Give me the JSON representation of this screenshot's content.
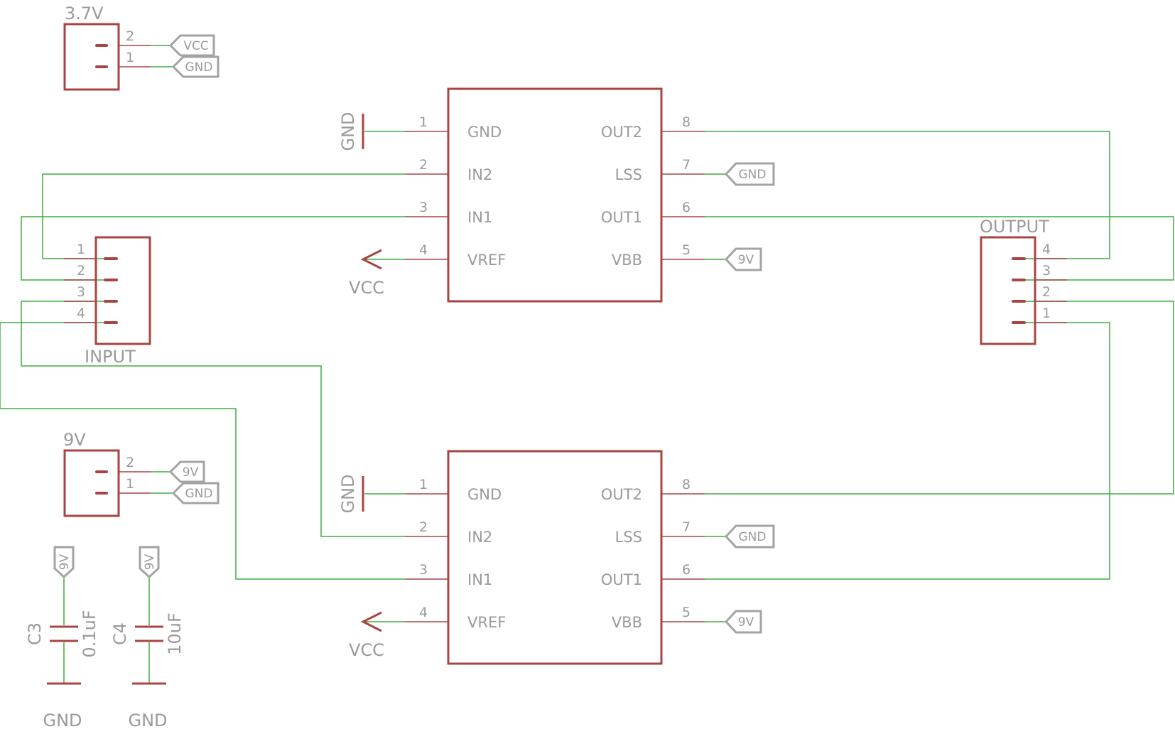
{
  "colors": {
    "part": "#a94442",
    "wire": "#3fae3f",
    "text": "#9a9a9a",
    "flag": "#a3a3a3"
  },
  "drivers": [
    {
      "pins": [
        {
          "num": "1",
          "name": "GND"
        },
        {
          "num": "2",
          "name": "IN2"
        },
        {
          "num": "3",
          "name": "IN1"
        },
        {
          "num": "4",
          "name": "VREF"
        },
        {
          "num": "8",
          "name": "OUT2"
        },
        {
          "num": "7",
          "name": "LSS"
        },
        {
          "num": "6",
          "name": "OUT1"
        },
        {
          "num": "5",
          "name": "VBB"
        }
      ],
      "gnd_symbol": "GND",
      "vcc_symbol": "VCC",
      "lss_flag": "GND",
      "vbb_flag": "9V"
    },
    {
      "pins": [
        {
          "num": "1",
          "name": "GND"
        },
        {
          "num": "2",
          "name": "IN2"
        },
        {
          "num": "3",
          "name": "IN1"
        },
        {
          "num": "4",
          "name": "VREF"
        },
        {
          "num": "8",
          "name": "OUT2"
        },
        {
          "num": "7",
          "name": "LSS"
        },
        {
          "num": "6",
          "name": "OUT1"
        },
        {
          "num": "5",
          "name": "VBB"
        }
      ],
      "gnd_symbol": "GND",
      "vcc_symbol": "VCC",
      "lss_flag": "GND",
      "vbb_flag": "9V"
    }
  ],
  "battery_connector": {
    "name": "3.7V",
    "pins": [
      "2",
      "1"
    ],
    "flags": [
      "VCC",
      "GND"
    ]
  },
  "power_connector": {
    "name": "9V",
    "pins": [
      "2",
      "1"
    ],
    "flags": [
      "9V",
      "GND"
    ]
  },
  "input_connector": {
    "name": "INPUT",
    "pins": [
      "1",
      "2",
      "3",
      "4"
    ]
  },
  "output_connector": {
    "name": "OUTPUT",
    "pins": [
      "4",
      "3",
      "2",
      "1"
    ]
  },
  "capacitors": [
    {
      "ref": "C3",
      "value": "0.1uF",
      "top_flag": "9V",
      "gnd": "GND"
    },
    {
      "ref": "C4",
      "value": "10uF",
      "top_flag": "9V",
      "gnd": "GND"
    }
  ]
}
